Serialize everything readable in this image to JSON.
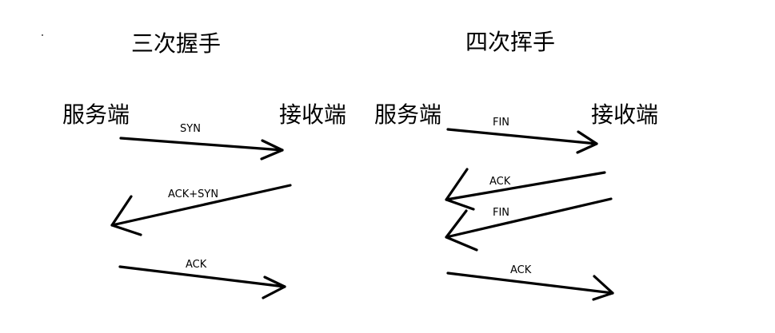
{
  "three_way": {
    "title": "三次握手",
    "server": "服务端",
    "receiver": "接收端",
    "messages": [
      "SYN",
      "ACK+SYN",
      "ACK"
    ]
  },
  "four_way": {
    "title": "四次挥手",
    "server": "服务端",
    "receiver": "接收端",
    "messages": [
      "FIN",
      "ACK",
      "FIN",
      "ACK"
    ]
  }
}
